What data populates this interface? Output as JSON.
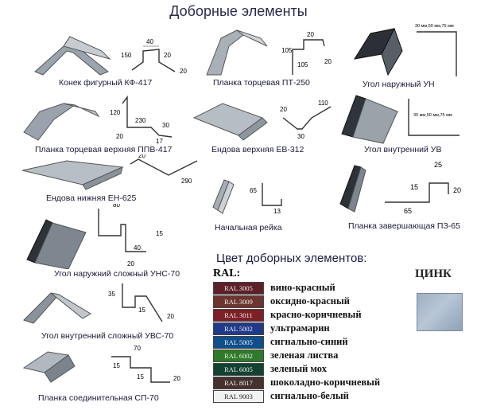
{
  "title": "Доборные элементы",
  "items": [
    {
      "caption": "Конек фигурный КФ-417",
      "dims": [
        "40",
        "150",
        "20",
        "20"
      ]
    },
    {
      "caption": "Планка торцевая ПТ-250",
      "dims": [
        "20",
        "105",
        "105",
        "20"
      ]
    },
    {
      "caption": "Угол наружный УН",
      "dims": [
        "30 мм,50 мм,75 мм"
      ]
    },
    {
      "caption": "Планка торцевая верхняя ППВ-417",
      "dims": [
        "120",
        "230",
        "30",
        "17",
        "20"
      ]
    },
    {
      "caption": "Ендова верхняя ЕВ-312",
      "dims": [
        "110",
        "20",
        "30"
      ]
    },
    {
      "caption": "Угол внутренний УВ",
      "dims": [
        "30 мм,50 мм,75 мм"
      ]
    },
    {
      "caption": "Ендова нижняя ЕН-625",
      "dims": [
        "20",
        "290"
      ]
    },
    {
      "caption": "Начальная рейка",
      "dims": [
        "65",
        "13"
      ]
    },
    {
      "caption": "Планка завершающая ПЗ-65",
      "dims": [
        "25",
        "15",
        "20",
        "65"
      ]
    },
    {
      "caption": "Угол наружний сложный УНС-70",
      "dims": [
        "80",
        "15",
        "40",
        "20"
      ]
    },
    {
      "caption": "Угол внутренний сложный УВС-70",
      "dims": [
        "35",
        "15",
        "20"
      ]
    },
    {
      "caption": "Планка соединительная СП-70",
      "dims": [
        "70",
        "15",
        "15",
        "20"
      ]
    }
  ],
  "colors_title": "Цвет доборных элементов:",
  "ral_label": "RAL:",
  "ral": [
    {
      "code": "RAL 3005",
      "name": "вино-красный",
      "color": "#5e2028"
    },
    {
      "code": "RAL 3009",
      "name": "оксидно-красный",
      "color": "#6d3430"
    },
    {
      "code": "RAL 3011",
      "name": "красно-коричневый",
      "color": "#7c2026"
    },
    {
      "code": "RAL 5002",
      "name": "ультрамарин",
      "color": "#1f3a8a"
    },
    {
      "code": "RAL 5005",
      "name": "сигнально-синий",
      "color": "#0e4f8c"
    },
    {
      "code": "RAL 6002",
      "name": "зеленая листва",
      "color": "#2f7a2a"
    },
    {
      "code": "RAL 6005",
      "name": "зеленый мох",
      "color": "#114232"
    },
    {
      "code": "RAL 8017",
      "name": "шоколадно-коричневый",
      "color": "#45322e"
    },
    {
      "code": "RAL 9003",
      "name": "сигнально-белый",
      "color": "#f2f2f2"
    }
  ],
  "zinc_label": "ЦИНК",
  "zinc_color": "#a9b8ca"
}
